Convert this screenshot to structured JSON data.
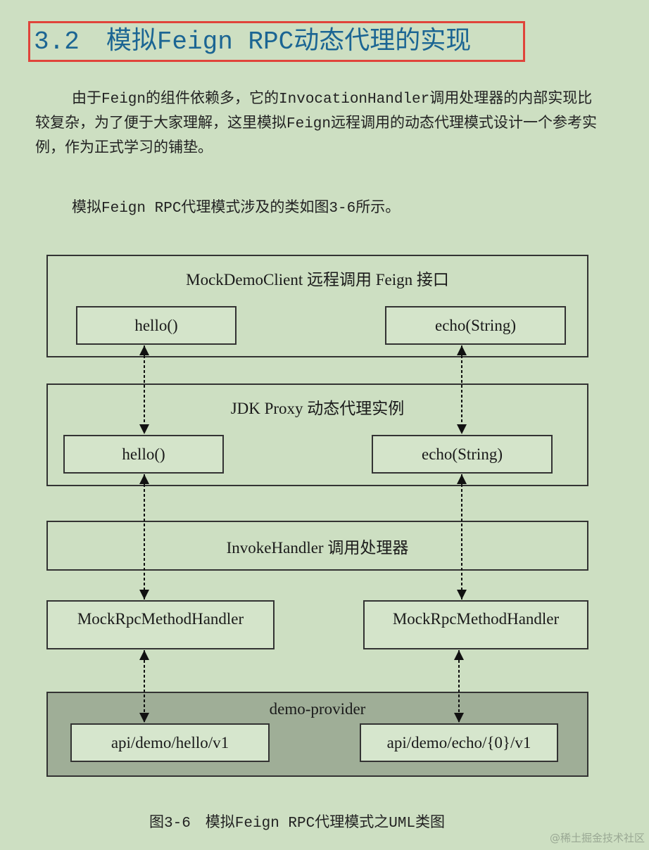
{
  "heading": {
    "number": "3.2",
    "title": "模拟Feign RPC动态代理的实现"
  },
  "paragraphs": [
    "由于Feign的组件依赖多，它的InvocationHandler调用处理器的内部实现比较复杂，为了便于大家理解，这里模拟Feign远程调用的动态代理模式设计一个参考实例，作为正式学习的铺垫。",
    "模拟Feign RPC代理模式涉及的类如图3-6所示。"
  ],
  "diagram": {
    "client": {
      "title": "MockDemoClient 远程调用 Feign 接口",
      "methods": [
        "hello()",
        "echo(String)"
      ]
    },
    "proxy": {
      "title": "JDK Proxy 动态代理实例",
      "methods": [
        "hello()",
        "echo(String)"
      ]
    },
    "invoke_handler": {
      "title": "InvokeHandler 调用处理器"
    },
    "method_handlers": [
      "MockRpcMethodHandler",
      "MockRpcMethodHandler"
    ],
    "provider": {
      "title": "demo-provider",
      "endpoints": [
        "api/demo/hello/v1",
        "api/demo/echo/{0}/v1"
      ]
    }
  },
  "caption": "图3-6　模拟Feign RPC代理模式之UML类图",
  "watermark": "@稀土掘金技术社区",
  "colors": {
    "background": "#cddfc2",
    "heading_text": "#1b6593",
    "heading_border": "#e0443a",
    "provider_fill": "#9fae97"
  }
}
